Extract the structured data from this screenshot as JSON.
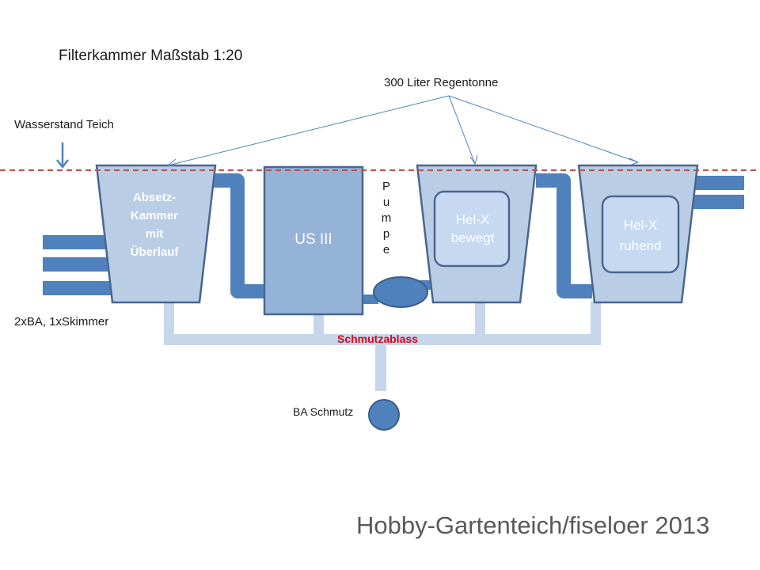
{
  "title": "Filterkammer Maßstab 1:20",
  "annotations": {
    "rain_barrel": "300 Liter Regentonne",
    "water_level": "Wasserstand Teich",
    "inlets": "2xBA, 1xSkimmer",
    "drain": "Schmutzablass",
    "ba_dirt": "BA Schmutz"
  },
  "chambers": {
    "settling": "Absetz-\nKammer\nmit\nÜberlauf",
    "uv": "US III",
    "helx_moving": "Hel-X\nbewegt",
    "helx_static": "Hel-X\nruhend"
  },
  "pump_letters": [
    "P",
    "u",
    "m",
    "p",
    "e"
  ],
  "credit": "Hobby-Gartenteich/fiseloer 2013",
  "colors": {
    "chamber_fill": "#b9cde5",
    "chamber_stroke": "#4a6690",
    "uv_fill": "#95b3d7",
    "pipe": "#4f81bd",
    "drain_pipe": "#c6d6eb",
    "water_line": "#c0504d",
    "arrow": "#4f81bd",
    "helx_inner": "#c6d9f1"
  }
}
